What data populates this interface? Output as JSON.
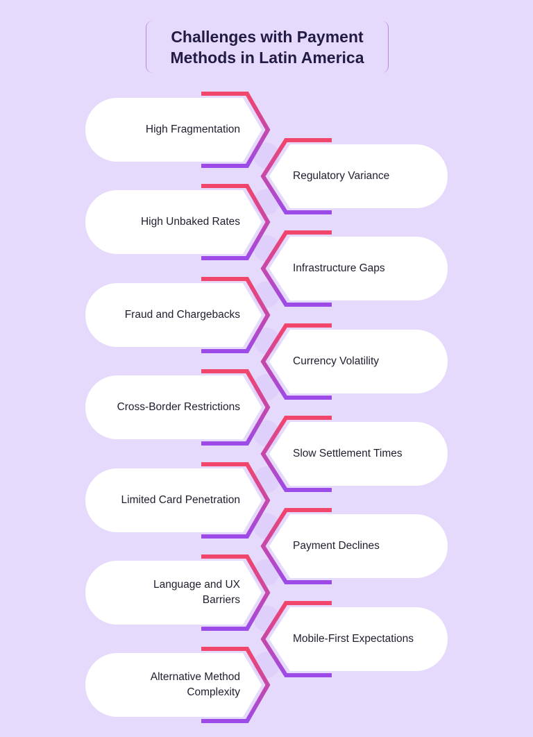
{
  "title": "Challenges with Payment Methods in Latin America",
  "colors": {
    "background": "#e6dafc",
    "accent_top": "#f2456a",
    "accent_bottom": "#9c4be8",
    "pill": "#ffffff",
    "text": "#1f1d2e"
  },
  "items": [
    {
      "label": "High Fragmentation",
      "side": "left"
    },
    {
      "label": "Regulatory Variance",
      "side": "right"
    },
    {
      "label": "High Unbaked Rates",
      "side": "left"
    },
    {
      "label": "Infrastructure Gaps",
      "side": "right"
    },
    {
      "label": "Fraud and Chargebacks",
      "side": "left"
    },
    {
      "label": "Currency Volatility",
      "side": "right"
    },
    {
      "label": "Cross-Border Restrictions",
      "side": "left"
    },
    {
      "label": "Slow Settlement Times",
      "side": "right"
    },
    {
      "label": "Limited Card Penetration",
      "side": "left"
    },
    {
      "label": "Payment Declines",
      "side": "right"
    },
    {
      "label": "Language and UX Barriers",
      "side": "left"
    },
    {
      "label": "Mobile-First Expectations",
      "side": "right"
    },
    {
      "label": "Alternative Method Complexity",
      "side": "left"
    }
  ]
}
